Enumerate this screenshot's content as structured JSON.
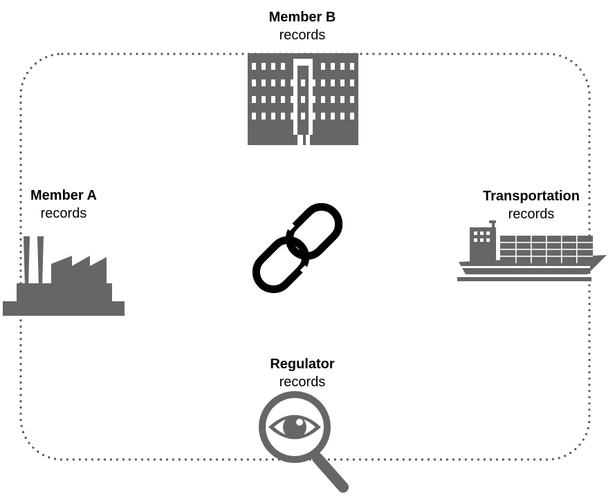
{
  "nodes": {
    "member_b": {
      "name": "Member B",
      "sub": "records"
    },
    "member_a": {
      "name": "Member A",
      "sub": "records"
    },
    "transportation": {
      "name": "Transportation",
      "sub": "records"
    },
    "regulator": {
      "name": "Regulator",
      "sub": "records"
    }
  },
  "icons": {
    "member_b": "office-building-icon",
    "member_a": "factory-icon",
    "transportation": "cargo-ship-icon",
    "regulator": "magnifying-eye-icon",
    "center": "chain-link-icon"
  },
  "colors": {
    "icon": "#666666",
    "link": "#000000",
    "loop": "#555555"
  }
}
